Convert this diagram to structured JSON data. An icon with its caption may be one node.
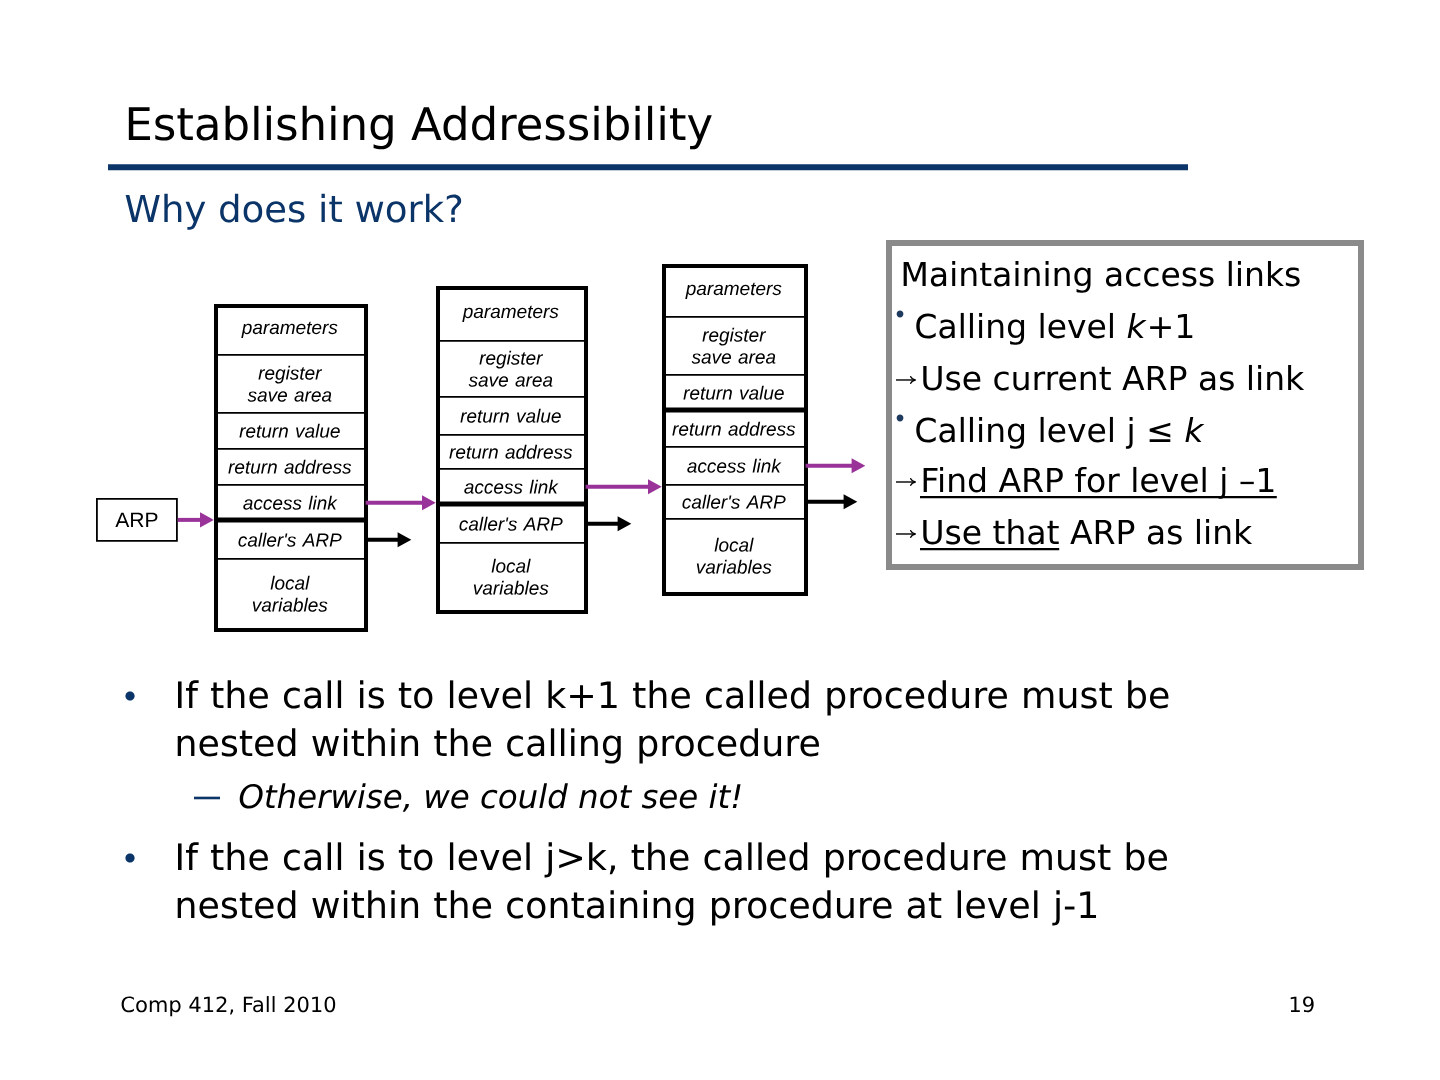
{
  "diagram": {
    "title": "Establishing Addressibility",
    "nodes": [
      {
        "text": [
          "ARP"
        ]
      },
      {
        "text": [],
        "shape": "box"
      },
      {
        "text": [
          "parameters"
        ],
        "in": 1
      },
      {
        "text": [
          "register save area"
        ],
        "in": 1
      },
      {
        "text": [
          "return value"
        ],
        "in": 1
      },
      {
        "text": [
          "return address"
        ],
        "in": 1
      },
      {
        "text": [
          "access link"
        ],
        "in": 1
      },
      {
        "text": [
          "caller's ARP"
        ],
        "in": 1
      },
      {
        "text": [
          "local variables"
        ],
        "in": 1
      },
      {
        "text": [],
        "shape": "box"
      },
      {
        "text": [
          "parameters"
        ],
        "in": 9
      },
      {
        "text": [
          "register save area"
        ],
        "in": 9
      },
      {
        "text": [
          "return value"
        ],
        "in": 9
      },
      {
        "text": [
          "return address"
        ],
        "in": 9
      },
      {
        "text": [
          "access link"
        ],
        "in": 9
      },
      {
        "text": [
          "caller's ARP"
        ],
        "in": 9
      },
      {
        "text": [
          "local variables"
        ],
        "in": 9
      },
      {
        "text": [],
        "shape": "box"
      },
      {
        "text": [
          "parameters"
        ],
        "in": 17
      },
      {
        "text": [
          "register save area"
        ],
        "in": 17
      },
      {
        "text": [
          "return value"
        ],
        "in": 17
      },
      {
        "text": [
          "return address"
        ],
        "in": 17
      },
      {
        "text": [
          "access link"
        ],
        "in": 17
      },
      {
        "text": [
          "caller's ARP"
        ],
        "in": 17
      },
      {
        "text": [
          "local variables"
        ],
        "in": 17
      },
      {
        "text": [
          "Maintaining access links",
          "Calling level *k*+1",
          "Use current ARP as link",
          "Calling level j ≤ *k*",
          "Find ARP for level j –1",
          "Use that ARP as link"
        ]
      }
    ],
    "edges": [
      {
        "from": 0,
        "to": 1,
        "arrow": "to"
      },
      {
        "from": 6,
        "to": 9,
        "arrow": "to"
      },
      {
        "from": 14,
        "to": 17,
        "arrow": "to"
      },
      {
        "from": 22,
        "to": null,
        "arrow": "to"
      },
      {
        "from": 7,
        "to": null,
        "arrow": "to",
        "color": "#000000"
      },
      {
        "from": 15,
        "to": null,
        "arrow": "to",
        "color": "#000000"
      },
      {
        "from": 23,
        "to": null,
        "arrow": "to",
        "color": "#000000"
      }
    ],
    "labels": [
      "Why does it work?",
      "If the call is to level k+1 the called procedure must be nested within the calling procedure",
      "Otherwise, we could not see it!",
      "If the call is to level j>k, the called procedure must be nested within the containing procedure at level j-1",
      "Comp 412, Fall 2010",
      "19"
    ]
  }
}
